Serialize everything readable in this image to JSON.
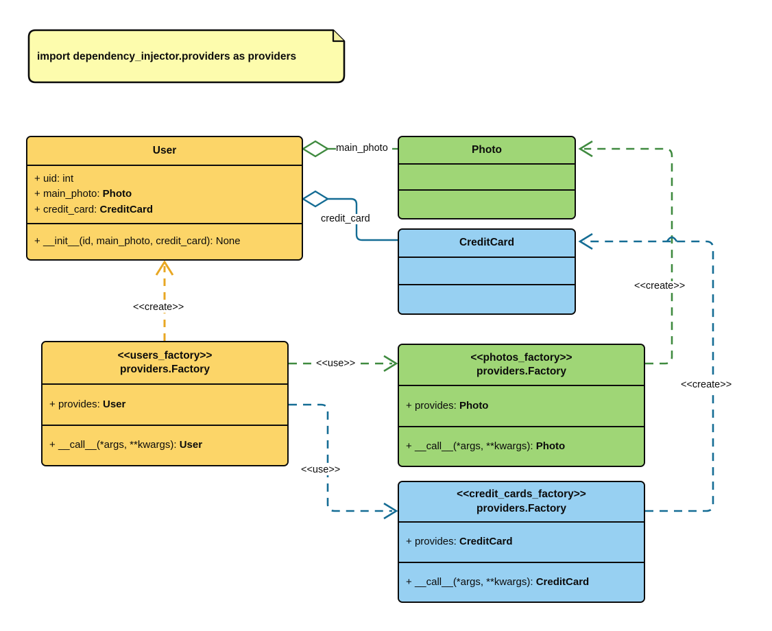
{
  "diagram": {
    "kind": "uml-class-diagram",
    "title": "Dependency Injector factory providers class diagram",
    "background": "#ffffff",
    "colors": {
      "user_fill": "#fcd568",
      "photo_fill": "#9fd676",
      "credit_card_fill": "#97d0f2",
      "note_fill": "#fdfcad",
      "outline": "#0b0b0b",
      "green_edge": "#3f8a3f",
      "blue_edge": "#146c94",
      "orange_edge": "#e8a723"
    }
  },
  "note": {
    "text": "import dependency_injector.providers as providers"
  },
  "classes": {
    "user": {
      "name": "User",
      "stereotype": "",
      "attributes": [
        {
          "prefix": "+ ",
          "name": "uid: ",
          "type": "int",
          "type_bold": false
        },
        {
          "prefix": "+ ",
          "name": "main_photo: ",
          "type": "Photo",
          "type_bold": true
        },
        {
          "prefix": "+ ",
          "name": "credit_card: ",
          "type": "CreditCard",
          "type_bold": true
        }
      ],
      "methods": [
        {
          "prefix": "+ ",
          "name": "__init__(id, main_photo, credit_card): ",
          "type": "None",
          "type_bold": false
        }
      ]
    },
    "photo": {
      "name": "Photo",
      "stereotype": "",
      "attributes": [],
      "methods": []
    },
    "credit_card": {
      "name": "CreditCard",
      "stereotype": "",
      "attributes": [],
      "methods": []
    },
    "users_factory": {
      "stereotype": "<<users_factory>>",
      "name": "providers.Factory",
      "attributes": [
        {
          "prefix": "+ ",
          "name": "provides: ",
          "type": "User",
          "type_bold": true
        }
      ],
      "methods": [
        {
          "prefix": "+ ",
          "name": "__call__(*args, **kwargs): ",
          "type": "User",
          "type_bold": true
        }
      ]
    },
    "photos_factory": {
      "stereotype": "<<photos_factory>>",
      "name": "providers.Factory",
      "attributes": [
        {
          "prefix": "+ ",
          "name": "provides: ",
          "type": "Photo",
          "type_bold": true
        }
      ],
      "methods": [
        {
          "prefix": "+ ",
          "name": "__call__(*args, **kwargs): ",
          "type": "Photo",
          "type_bold": true
        }
      ]
    },
    "credit_cards_factory": {
      "stereotype": "<<credit_cards_factory>>",
      "name": "providers.Factory",
      "attributes": [
        {
          "prefix": "+ ",
          "name": "provides: ",
          "type": "CreditCard",
          "type_bold": true
        }
      ],
      "methods": [
        {
          "prefix": "+ ",
          "name": "__call__(*args, **kwargs): ",
          "type": "CreditCard",
          "type_bold": true
        }
      ]
    }
  },
  "relations": {
    "user_main_photo": {
      "label": "main_photo",
      "from": "User",
      "to": "Photo",
      "type": "aggregation",
      "color": "#3f8a3f"
    },
    "user_credit_card": {
      "label": "credit_card",
      "from": "User",
      "to": "CreditCard",
      "type": "aggregation",
      "color": "#146c94"
    },
    "users_factory_create_user": {
      "label": "<<create>>",
      "from": "users_factory",
      "to": "User",
      "type": "dependency",
      "color": "#e8a723"
    },
    "users_factory_use_photos": {
      "label": "<<use>>",
      "from": "users_factory",
      "to": "photos_factory",
      "type": "dependency",
      "color": "#3f8a3f"
    },
    "users_factory_use_credit_cards": {
      "label": "<<use>>",
      "from": "users_factory",
      "to": "credit_cards_factory",
      "type": "dependency",
      "color": "#146c94"
    },
    "photos_factory_create_photo": {
      "label": "<<create>>",
      "from": "photos_factory",
      "to": "Photo",
      "type": "dependency",
      "color": "#3f8a3f"
    },
    "credit_cards_factory_create_credit_card": {
      "label": "<<create>>",
      "from": "credit_cards_factory",
      "to": "CreditCard",
      "type": "dependency",
      "color": "#146c94"
    }
  }
}
